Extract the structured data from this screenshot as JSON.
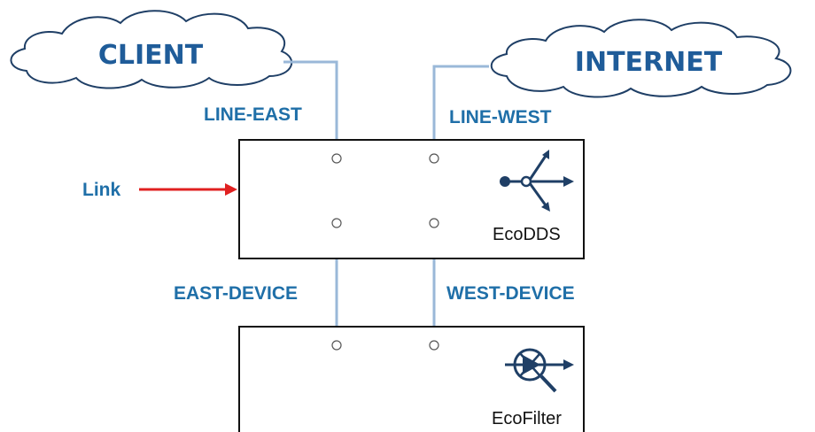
{
  "clouds": {
    "client": "CLIENT",
    "internet": "INTERNET"
  },
  "ports": {
    "line_east": "LINE-EAST",
    "line_west": "LINE-WEST",
    "east_device": "EAST-DEVICE",
    "west_device": "WEST-DEVICE"
  },
  "link": {
    "label": "Link",
    "arrow_color": "#e02020"
  },
  "devices": {
    "ecodds": "EcoDDS",
    "ecofilter": "EcoFilter"
  },
  "colors": {
    "label_blue": "#1f6fa8",
    "wire": "#9ab8d8",
    "icon_navy": "#1f3f66"
  },
  "icons": {
    "ecodds": "usb-trident-icon",
    "ecofilter": "filter-target-icon"
  }
}
